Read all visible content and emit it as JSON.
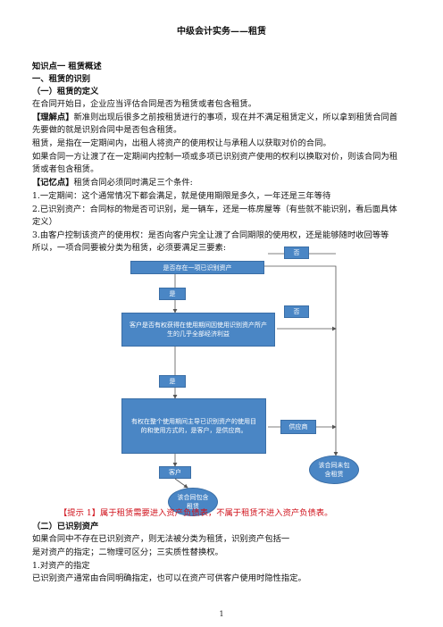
{
  "doc": {
    "title": "中级会计实务——租赁",
    "sec1": "知识点一  租赁概述",
    "sec2": "一、租赁的识别",
    "sub1": "（一）租赁的定义",
    "p1": "在合同开始日，企业应当评估合同是否为租赁或者包含租赁。",
    "p2a_label": "【理解点】",
    "p2a": "新准则出现后很多之前按租赁进行的事项，现在并不满足租赁定义，所以拿到租赁合同首",
    "p2b": "先要做的就是识别合同中是否包含租赁。",
    "p3": "租赁，是指在一定期间内，出租人将资产的使用权让与承租人以获取对价的合同。",
    "p4a": "如果合同一方让渡了在一定期间内控制一项或多项已识别资产使用的权利以换取对价，则该合同为租",
    "p4b": "赁或者包含租赁。",
    "memo_label": "【记忆点】",
    "memo": "租赁合同必须同时满足三个条件:",
    "c1": "1.一定期间：这个通常情况下都会满足，就是使用期限是多久，一年还是三年等待",
    "c2a": "2.已识别资产：合同标的物是否可识别，是一辆车，还是一栋房屋等（有些就不能识别，看后面具体",
    "c2b": "定义）",
    "c3a": "3.由客户控制该资产的使用权：是否向客户完全让渡了合同期限的使用权，还是能够随时收回等等",
    "c3b": "所以，一项合同要被分类为租赁，必须要满足三要素:",
    "tip": "【提示 1】属于租赁需要进入资产负债表，不属于租赁不进入资产负债表。",
    "sub2": "（二）已识别资产",
    "p5a": "如果合同中不存在已识别资产，则无法被分类为租赁，识别资产包括一",
    "p5b": "是对资产的指定；二物理可区分；三实质性替换权。",
    "p6": "1.对资产的指定",
    "p7": "已识别资产通常由合同明确指定，也可以在资产可供客户使用时隐性指定。",
    "page": "1"
  },
  "flow": {
    "q1": "是否存在一项已识别资产",
    "q2": "客户是否有权获得在使用期间因使用识别资产所产生的几乎全部经济利益",
    "q3": "有权在整个使用期间主导已识别资产的使用目的和使用方式的，是客户，是供应商。",
    "yes1": "是",
    "yes2": "是",
    "no1": "否",
    "no2": "否",
    "supplier": "供应商",
    "customer": "客户",
    "lease": "该合同包含租赁",
    "nolease": "该合同未包含租赁"
  },
  "colors": {
    "box": "#4a86c5",
    "red": "#d0111b"
  }
}
